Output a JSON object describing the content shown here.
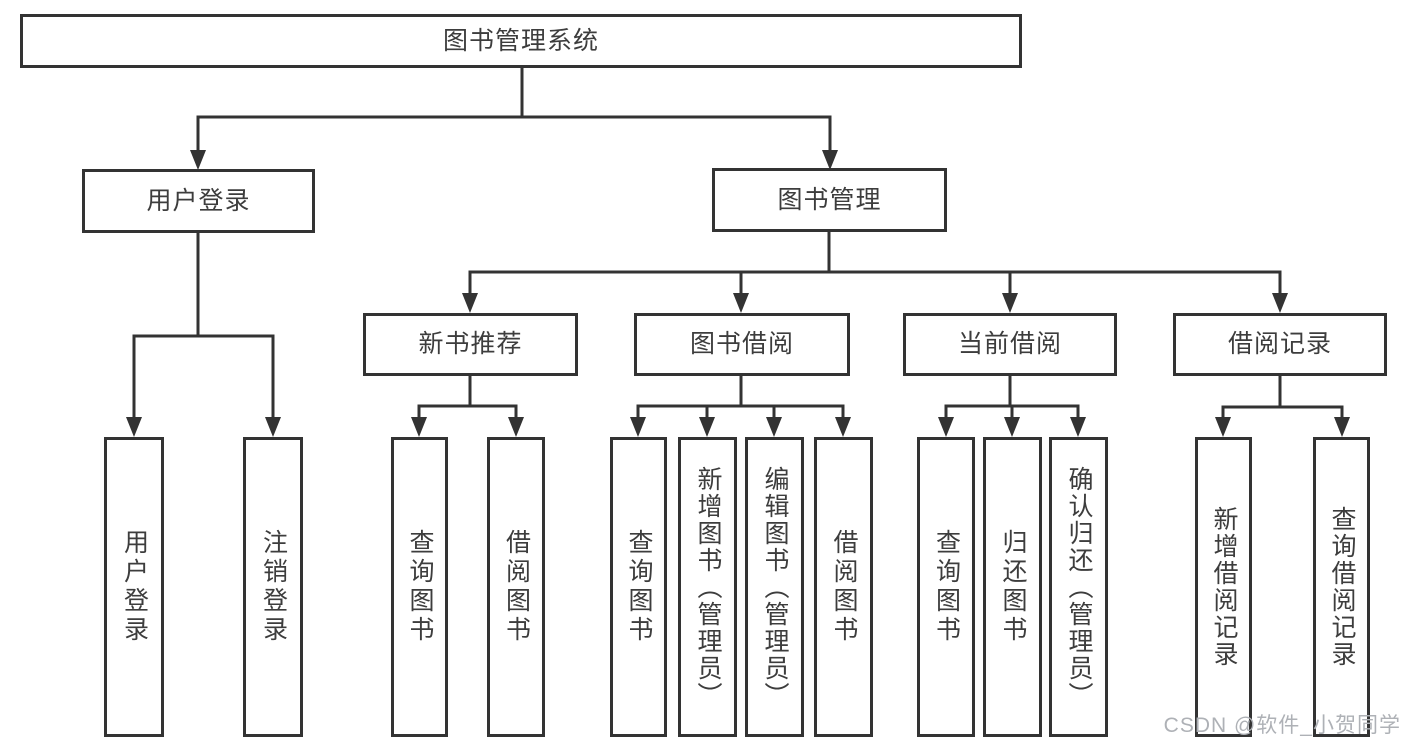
{
  "diagram": {
    "root": {
      "label": "图书管理系统"
    },
    "level2": [
      {
        "label": "用户登录",
        "children": [
          {
            "label": "用户登录"
          },
          {
            "label": "注销登录"
          }
        ]
      },
      {
        "label": "图书管理",
        "children": [
          {
            "label": "新书推荐",
            "children": [
              {
                "label": "查询图书"
              },
              {
                "label": "借阅图书"
              }
            ]
          },
          {
            "label": "图书借阅",
            "children": [
              {
                "label": "查询图书"
              },
              {
                "label": "新增图书（管理员）"
              },
              {
                "label": "编辑图书（管理员）"
              },
              {
                "label": "借阅图书"
              }
            ]
          },
          {
            "label": "当前借阅",
            "children": [
              {
                "label": "查询图书"
              },
              {
                "label": "归还图书"
              },
              {
                "label": "确认归还（管理员）"
              }
            ]
          },
          {
            "label": "借阅记录",
            "children": [
              {
                "label": "新增借阅记录"
              },
              {
                "label": "查询借阅记录"
              }
            ]
          }
        ]
      }
    ]
  },
  "watermark": {
    "text": "CSDN @软件_小贺同学"
  },
  "colors": {
    "line": "#333333",
    "text": "#3d3d3d",
    "background": "#ffffff",
    "watermark": "#aeb1b6"
  }
}
